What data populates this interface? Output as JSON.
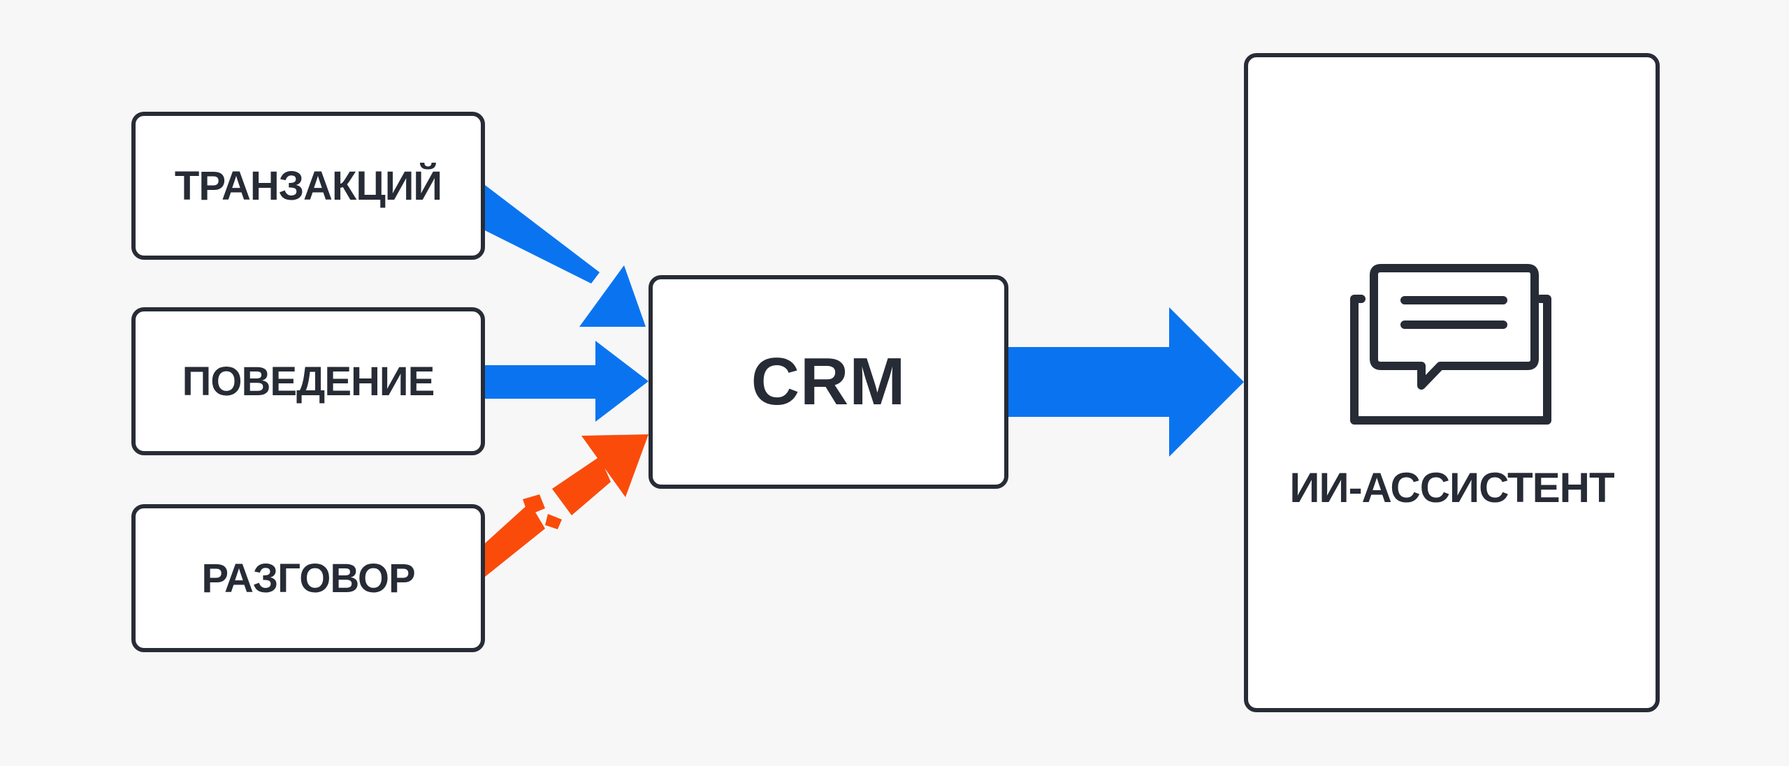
{
  "diagram": {
    "sources": [
      {
        "label": "ТРАНЗАКЦИЙ"
      },
      {
        "label": "ПОВЕДЕНИЕ"
      },
      {
        "label": "РАЗГОВОР"
      }
    ],
    "hub": {
      "label": "CRM"
    },
    "target": {
      "label": "ИИ-АССИСТЕНТ",
      "icon": "chat-bubble-icon"
    },
    "connections": [
      {
        "from": "ТРАНЗАКЦИЙ",
        "to": "CRM",
        "style": "solid",
        "color": "#0a74f0"
      },
      {
        "from": "ПОВЕДЕНИЕ",
        "to": "CRM",
        "style": "solid",
        "color": "#0a74f0"
      },
      {
        "from": "РАЗГОВОР",
        "to": "CRM",
        "style": "broken",
        "color": "#fa4b0b"
      },
      {
        "from": "CRM",
        "to": "ИИ-АССИСТЕНТ",
        "style": "solid",
        "color": "#0a74f0"
      }
    ]
  },
  "colors": {
    "flow": "#0a74f0",
    "broken_flow": "#fa4b0b",
    "stroke": "#272c36",
    "background": "#f7f7f8"
  }
}
